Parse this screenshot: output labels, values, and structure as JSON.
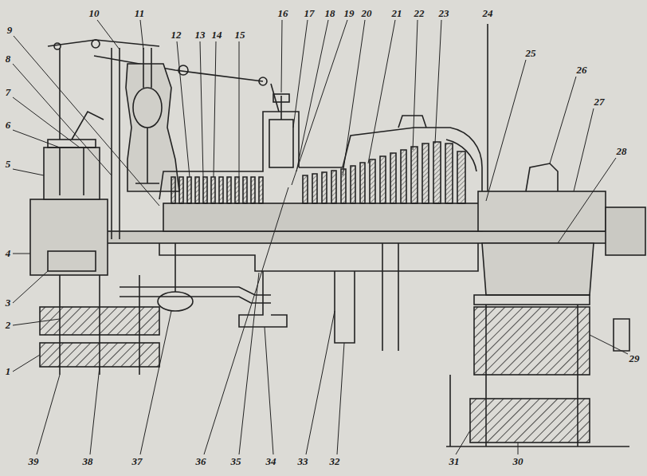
{
  "diagram": {
    "labels": [
      "9",
      "8",
      "7",
      "6",
      "5",
      "4",
      "3",
      "2",
      "1",
      "10",
      "11",
      "12",
      "13",
      "14",
      "15",
      "16",
      "17",
      "18",
      "19",
      "20",
      "21",
      "22",
      "23",
      "24",
      "25",
      "26",
      "27",
      "28",
      "29",
      "39",
      "38",
      "37",
      "36",
      "35",
      "34",
      "33",
      "32",
      "31",
      "30"
    ]
  }
}
